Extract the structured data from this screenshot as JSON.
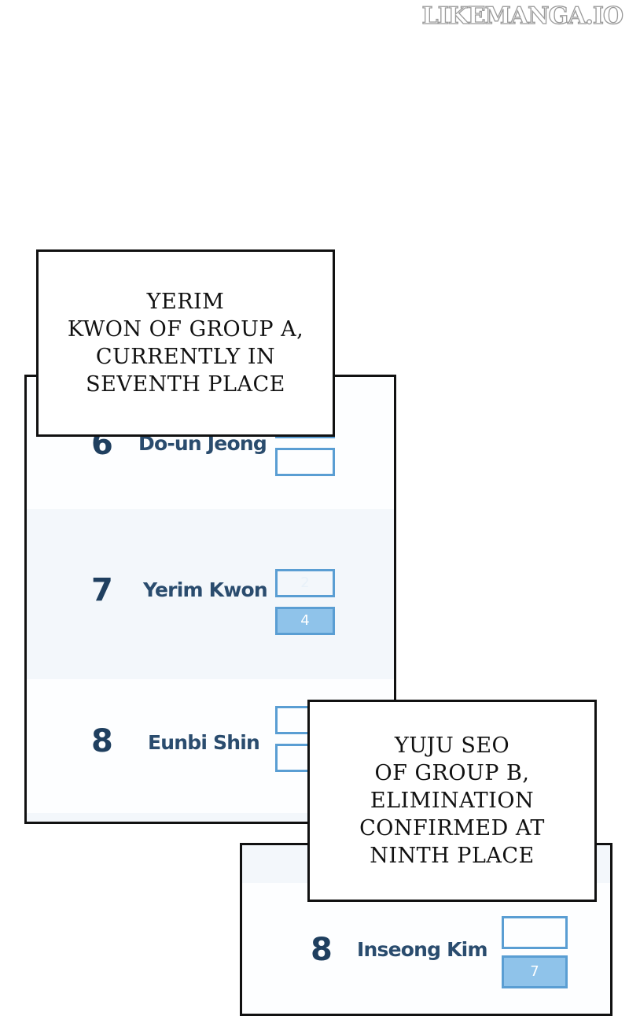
{
  "watermark": "LIKEMANGA.IO",
  "caption_top": {
    "lines": [
      "YERIM",
      "KWON OF GROUP A,",
      "CURRENTLY IN",
      "SEVENTH PLACE"
    ]
  },
  "caption_bottom": {
    "lines": [
      "YUJU SEO",
      "OF GROUP B,",
      "ELIMINATION",
      "CONFIRMED AT",
      "NINTH PLACE"
    ]
  },
  "ranking_group_a": [
    {
      "rank": "6",
      "name": "Do-un Jeong",
      "box_top": "",
      "box_bottom": ""
    },
    {
      "rank": "7",
      "name": "Yerim Kwon",
      "box_top": "2",
      "box_bottom": "4"
    },
    {
      "rank": "8",
      "name": "Eunbi Shin",
      "box_top": "",
      "box_bottom": ""
    }
  ],
  "ranking_group_b": [
    {
      "rank": "8",
      "name": "Inseong Kim",
      "box_top": "",
      "box_bottom": "7"
    }
  ],
  "colors": {
    "rank_text": "#1f3f5f",
    "name_text": "#2a4c6e",
    "box_border": "#5a9ed3",
    "box_fill": "#8fc3ea",
    "row_alt_bg": "#f3f7fb"
  }
}
